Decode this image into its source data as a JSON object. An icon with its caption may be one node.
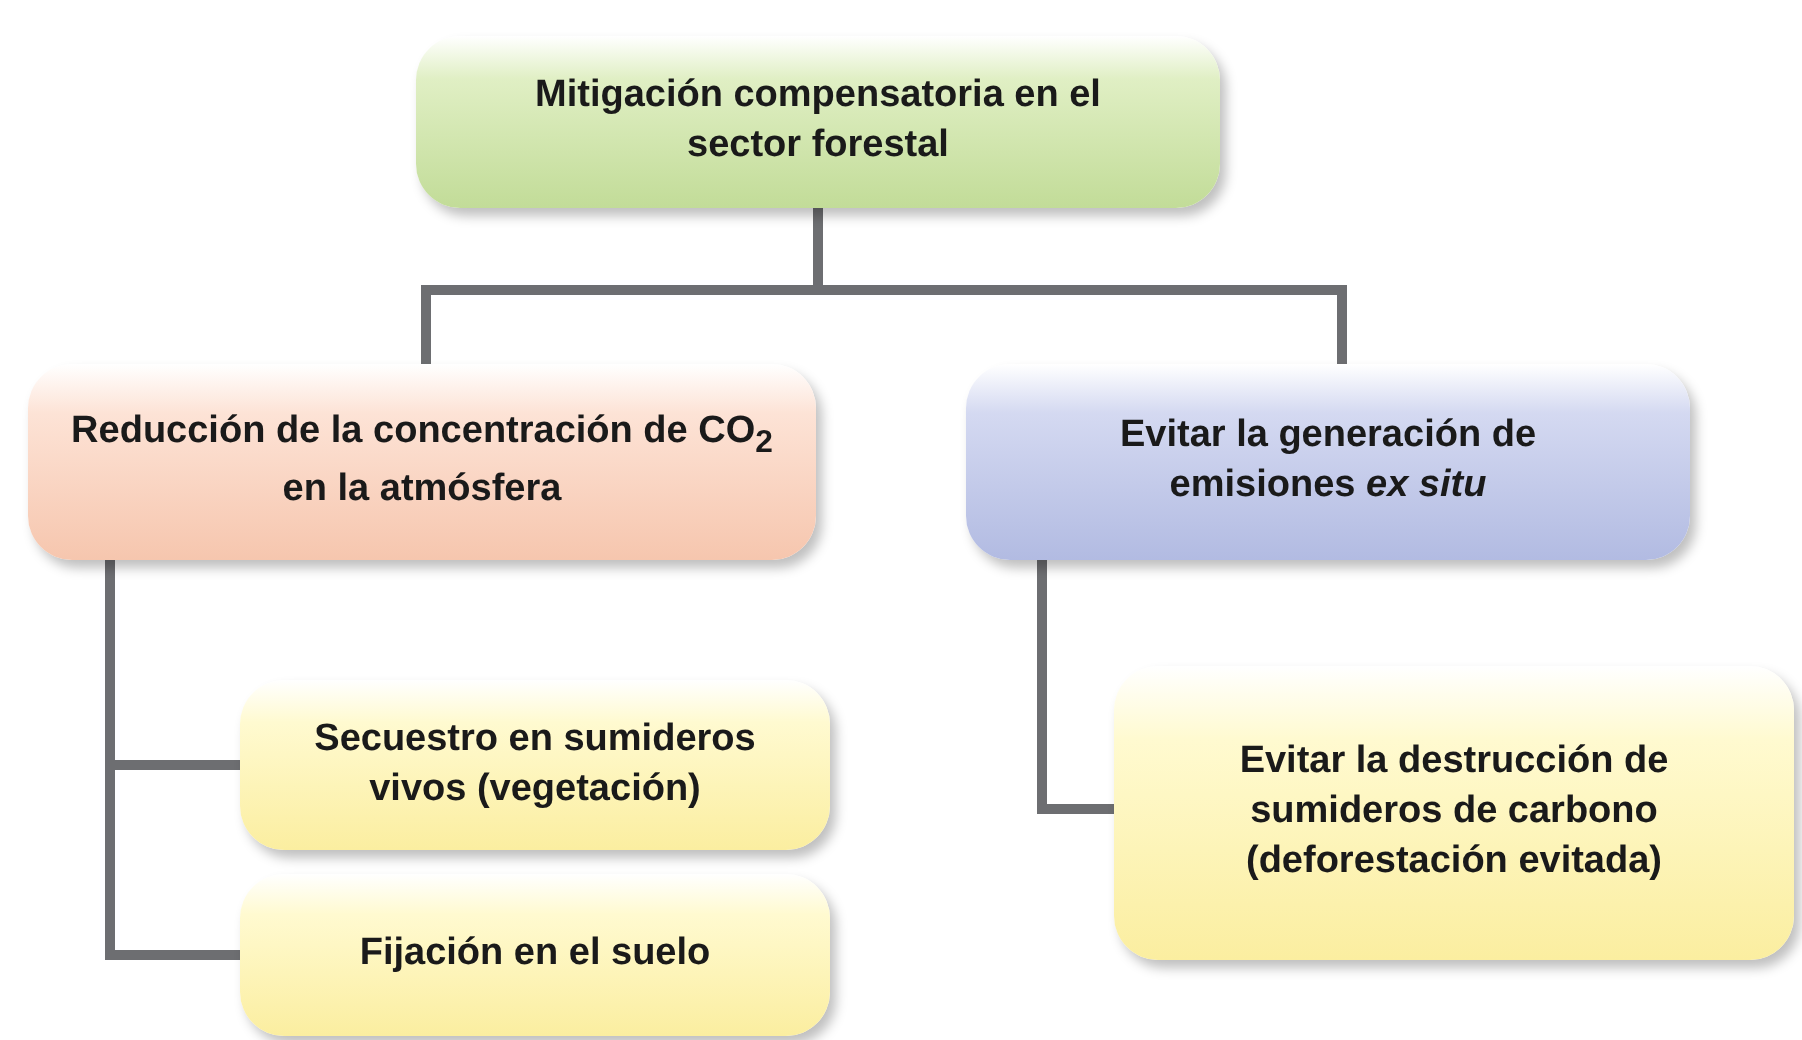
{
  "diagram": {
    "nodes": [
      {
        "text": [
          "Mitigación compensatoria en el sector forestal"
        ]
      },
      {
        "text": [
          "Reducción de la concentración de CO$_{2}$ en la atmósfera"
        ]
      },
      {
        "text": [
          "Evitar la generación de emisiones *ex situ*"
        ]
      },
      {
        "text": [
          "Secuestro en sumideros vivos (vegetación)"
        ]
      },
      {
        "text": [
          "Fijación en el suelo"
        ]
      },
      {
        "text": [
          "Evitar la destrucción de sumideros de carbono (deforestación evitada)"
        ]
      }
    ],
    "edges": [
      {
        "from": 0,
        "to": 1,
        "arrow": "none"
      },
      {
        "from": 0,
        "to": 2,
        "arrow": "none"
      },
      {
        "from": 1,
        "to": 3,
        "arrow": "none"
      },
      {
        "from": 1,
        "to": 4,
        "arrow": "none"
      },
      {
        "from": 2,
        "to": 5,
        "arrow": "none"
      }
    ]
  }
}
